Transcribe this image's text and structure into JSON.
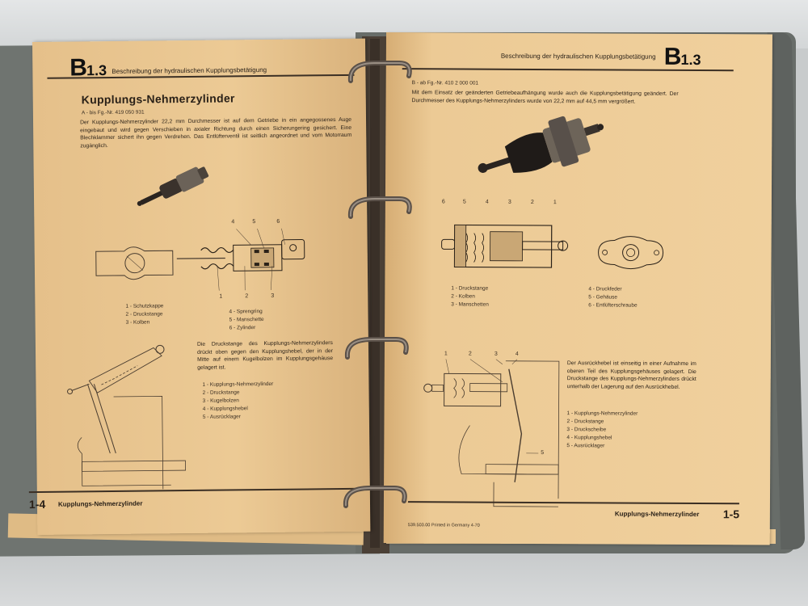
{
  "left_page": {
    "section_code": "B",
    "section_number": "1.3",
    "header_title": "Beschreibung der hydraulischen Kupplungsbetätigung",
    "section_heading": "Kupplungs-Nehmerzylinder",
    "variant_note": "A - bis Fg.-Nr. 419 050 931",
    "intro_text": "Der Kupplungs-Nehmerzylinder 22,2 mm Durchmesser ist auf dem Getriebe in ein angegossenes Auge eingebaut und wird gegen Verschieben in axialer Richtung durch einen Sicherungering gesichert. Eine Blechklammer sichert ihn gegen Verdrehen. Das Entlüfterventil ist seitlich angeordnet und vom Motorraum zugänglich.",
    "diagram1_callouts_top": [
      "4",
      "5",
      "6"
    ],
    "diagram1_callouts_bottom": [
      "1",
      "2",
      "3"
    ],
    "legend1_a": [
      "1 - Schutzkappe",
      "2 - Druckstange",
      "3 - Kolben"
    ],
    "legend1_b": [
      "4 - Sprengring",
      "5 - Manschette",
      "6 - Zylinder"
    ],
    "lever_text": "Die Druckstange des Kupplungs-Nehmerzylinders drückt oben gegen den Kupplungshebel, der in der Mitte auf einem Kugelbolzen im Kupplungsgehäuse gelagert ist.",
    "legend2": [
      "1 - Kupplungs-Nehmerzylinder",
      "2 - Druckstange",
      "3 - Kugelbolzen",
      "4 - Kupplungshebel",
      "5 - Ausrücklager"
    ],
    "footer_page_number": "1-4",
    "footer_title": "Kupplungs-Nehmerzylinder"
  },
  "right_page": {
    "section_code": "B",
    "section_number": "1.3",
    "header_title": "Beschreibung der hydraulischen Kupplungsbetätigung",
    "variant_note": "B - ab Fg.-Nr. 410 2 000 001",
    "intro_text": "Mit dem Einsatz der geänderten Getriebeaufhängung wurde auch die Kupplungsbetätigung geändert. Der Durchmesser des Kupplungs-Nehmerzylinders wurde von 22,2 mm auf 44,5 mm vergrößert.",
    "diagram1_callouts": [
      "6",
      "5",
      "4",
      "3",
      "2",
      "1"
    ],
    "legend1_a": [
      "1 - Druckstange",
      "2 - Kolben",
      "3 - Manschetten"
    ],
    "legend1_b": [
      "4 - Druckfeder",
      "5 - Gehäuse",
      "6 - Entlüfterschraube"
    ],
    "lever_text": "Der Ausrückhebel ist einseitig in einer Aufnahme im oberen Teil des Kupplungsgehäuses gelagert. Die Druckstange des Kupplungs-Nehmerzylinders drückt unterhalb der Lagerung auf den Ausrückhebel.",
    "legend2": [
      "1 - Kupplungs-Nehmerzylinder",
      "2 - Druckstange",
      "3 - Druckscheibe",
      "4 - Kupplungshebel",
      "5 - Ausrücklager"
    ],
    "diagram2_callouts": [
      "1",
      "2",
      "3",
      "4",
      "5"
    ],
    "print_note": "539.503.00  Printed in Germany  4-70",
    "footer_title": "Kupplungs-Nehmerzylinder",
    "footer_page_number": "1-5"
  },
  "colors": {
    "paper": "#ecca95",
    "binder": "#6f7470",
    "background": "#c8cbcc",
    "ink": "#2a2118"
  }
}
